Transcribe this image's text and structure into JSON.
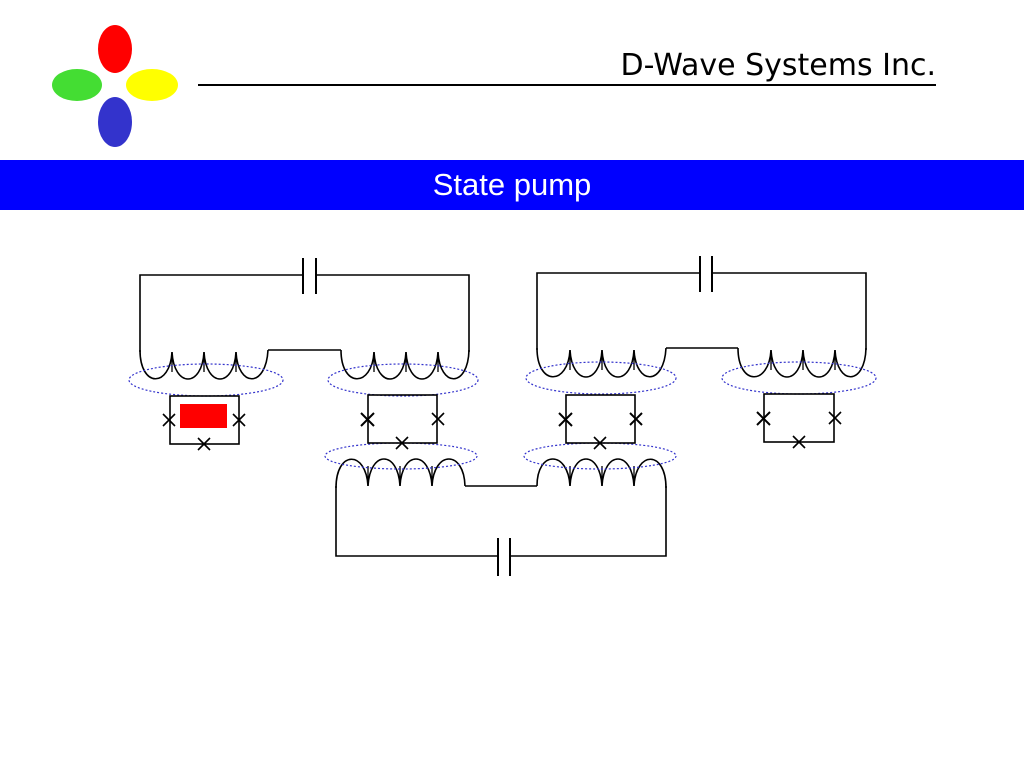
{
  "header": {
    "company": "D-Wave Systems Inc.",
    "logo": {
      "icon": "four-petal-logo",
      "colors": {
        "top": "#ff0000",
        "left": "#44dd33",
        "right": "#ffff00",
        "bottom": "#3333cc"
      }
    }
  },
  "slide": {
    "title": "State pump"
  },
  "diagram": {
    "qubit_loops": 4,
    "couplers": 3,
    "active_state_color": "#ff0000",
    "flux_loop_color": "#3333cc"
  }
}
